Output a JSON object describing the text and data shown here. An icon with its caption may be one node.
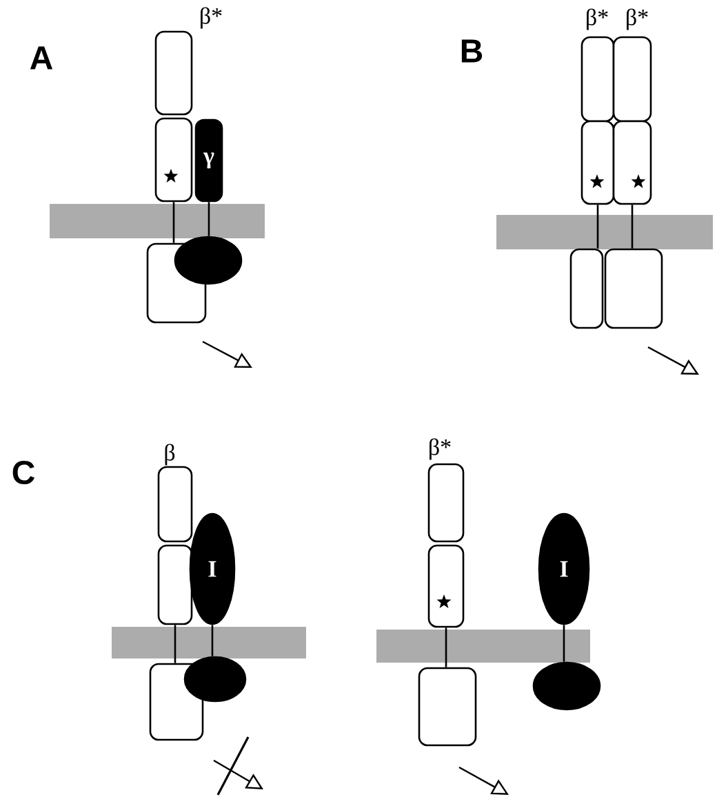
{
  "diagram": {
    "nodes": [
      {
        "text": [],
        "shape": "box",
        "beside": [
          "β*"
        ]
      },
      {
        "text": [],
        "shape": "box"
      },
      {
        "text": [
          "γ"
        ]
      },
      {
        "text": [],
        "shape": "box"
      },
      {
        "text": [],
        "shape": "ellipse"
      },
      {
        "text": [],
        "shape": "box",
        "beside": [
          "β*"
        ]
      },
      {
        "text": [],
        "shape": "box",
        "beside": [
          "β*"
        ]
      },
      {
        "text": [],
        "shape": "box"
      },
      {
        "text": [],
        "shape": "box"
      },
      {
        "text": [],
        "shape": "box"
      },
      {
        "text": [],
        "shape": "box"
      },
      {
        "text": [],
        "shape": "box",
        "beside": [
          "β"
        ]
      },
      {
        "text": [],
        "shape": "box"
      },
      {
        "text": [
          "I"
        ]
      },
      {
        "text": [],
        "shape": "box"
      },
      {
        "text": [],
        "shape": "ellipse"
      },
      {
        "text": [],
        "shape": "box",
        "beside": [
          "β*"
        ]
      },
      {
        "text": [],
        "shape": "box"
      },
      {
        "text": [
          "I"
        ]
      },
      {
        "text": [],
        "shape": "box"
      },
      {
        "text": [],
        "shape": "ellipse"
      }
    ],
    "edges": [
      {
        "from": 1,
        "to": 3,
        "arrow": "none"
      },
      {
        "from": 2,
        "to": 4,
        "arrow": "none"
      },
      {
        "from": 7,
        "to": 9,
        "arrow": "none"
      },
      {
        "from": 8,
        "to": 10,
        "arrow": "none"
      },
      {
        "from": 12,
        "to": 14,
        "arrow": "none"
      },
      {
        "from": 13,
        "to": 15,
        "arrow": "none"
      },
      {
        "from": 17,
        "to": 19,
        "arrow": "none"
      },
      {
        "from": 18,
        "to": 20,
        "arrow": "none"
      }
    ],
    "labels": [
      "A",
      "B",
      "C"
    ]
  }
}
